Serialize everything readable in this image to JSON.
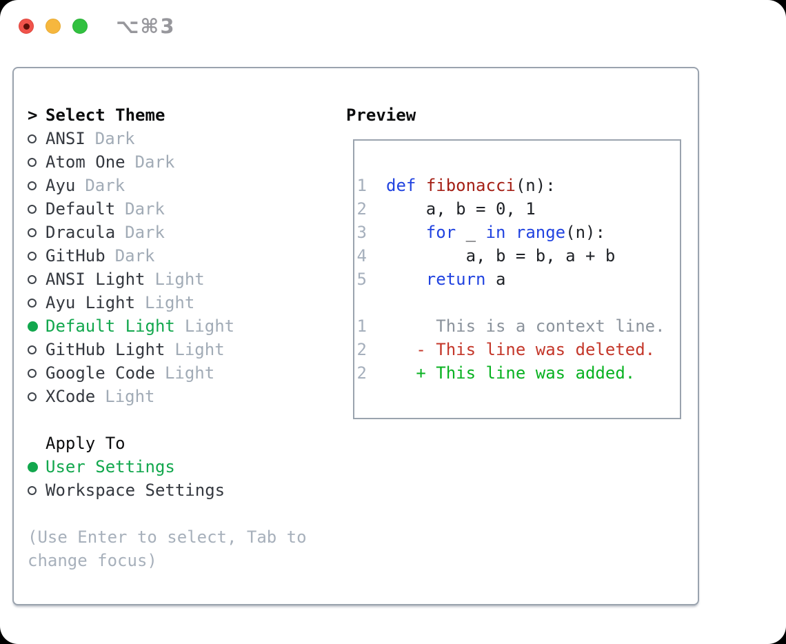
{
  "titlebar": {
    "title": "⌥⌘3"
  },
  "theme_select": {
    "prompt": ">",
    "title": "Select Theme",
    "items": [
      {
        "name": "ANSI",
        "variant": "Dark",
        "selected": false
      },
      {
        "name": "Atom One",
        "variant": "Dark",
        "selected": false
      },
      {
        "name": "Ayu",
        "variant": "Dark",
        "selected": false
      },
      {
        "name": "Default",
        "variant": "Dark",
        "selected": false
      },
      {
        "name": "Dracula",
        "variant": "Dark",
        "selected": false
      },
      {
        "name": "GitHub",
        "variant": "Dark",
        "selected": false
      },
      {
        "name": "ANSI Light",
        "variant": "Light",
        "selected": false
      },
      {
        "name": "Ayu Light",
        "variant": "Light",
        "selected": false
      },
      {
        "name": "Default Light",
        "variant": "Light",
        "selected": true
      },
      {
        "name": "GitHub Light",
        "variant": "Light",
        "selected": false
      },
      {
        "name": "Google Code",
        "variant": "Light",
        "selected": false
      },
      {
        "name": "XCode",
        "variant": "Light",
        "selected": false
      }
    ]
  },
  "apply_to": {
    "title": "Apply To",
    "items": [
      {
        "label": "User Settings",
        "selected": true
      },
      {
        "label": "Workspace Settings",
        "selected": false
      }
    ]
  },
  "footer": {
    "hint": "(Use Enter to select, Tab to change focus)"
  },
  "preview": {
    "title": "Preview",
    "lines": [
      {
        "num": "1",
        "segments": [
          {
            "text": "def",
            "style": "keyword"
          },
          {
            "text": " ",
            "style": "plain"
          },
          {
            "text": "fibonacci",
            "style": "function"
          },
          {
            "text": "(n):",
            "style": "plain"
          }
        ]
      },
      {
        "num": "2",
        "segments": [
          {
            "text": "    a, b = 0, 1",
            "style": "plain"
          }
        ]
      },
      {
        "num": "3",
        "segments": [
          {
            "text": "    ",
            "style": "plain"
          },
          {
            "text": "for",
            "style": "keyword"
          },
          {
            "text": " _ ",
            "style": "plain"
          },
          {
            "text": "in",
            "style": "keyword"
          },
          {
            "text": " ",
            "style": "plain"
          },
          {
            "text": "range",
            "style": "keyword"
          },
          {
            "text": "(n):",
            "style": "plain"
          }
        ]
      },
      {
        "num": "4",
        "segments": [
          {
            "text": "        a, b = b, a + b",
            "style": "plain"
          }
        ]
      },
      {
        "num": "5",
        "segments": [
          {
            "text": "    ",
            "style": "plain"
          },
          {
            "text": "return",
            "style": "keyword"
          },
          {
            "text": " a",
            "style": "plain"
          }
        ]
      },
      {
        "num": "",
        "segments": []
      },
      {
        "num": "1",
        "segments": [
          {
            "text": "     This is a context line.",
            "style": "context"
          }
        ]
      },
      {
        "num": "2",
        "segments": [
          {
            "text": "   - This line was deleted.",
            "style": "deleted"
          }
        ]
      },
      {
        "num": "2",
        "segments": [
          {
            "text": "   + This line was added.",
            "style": "added"
          }
        ]
      }
    ]
  },
  "colors": {
    "selection_green": "#12a74d",
    "keyword_blue": "#2143e0",
    "function_red": "#a41f15",
    "diff_deleted_red": "#c4372a",
    "diff_added_green": "#08b221",
    "muted_gray": "#a1abb6",
    "border_gray": "#9aa3ae",
    "traffic_red": "#f0534b",
    "traffic_yellow": "#f6b73e",
    "traffic_green": "#32c140"
  }
}
